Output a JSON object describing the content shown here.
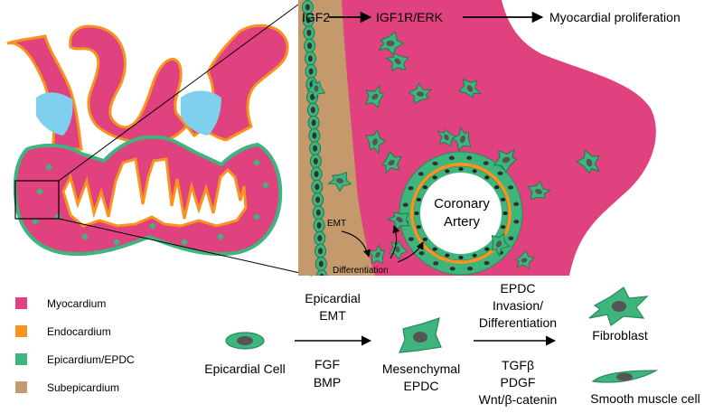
{
  "colors": {
    "myocardium": "#e0417f",
    "endocardium": "#f7931e",
    "epicardium": "#3db57c",
    "subepicardium": "#c49a6c",
    "lumen": "#7fd0ef",
    "nucleus": "#555555"
  },
  "pathway": {
    "ligand": "IGF2",
    "receptor": "IGF1R/ERK",
    "outcome": "Myocardial proliferation"
  },
  "inset": {
    "vessel_line1": "Coronary",
    "vessel_line2": "Artery",
    "emt": "EMT",
    "differentiation": "Differentiation"
  },
  "legend": [
    {
      "label": "Myocardium",
      "color": "#e0417f"
    },
    {
      "label": "Endocardium",
      "color": "#f7931e"
    },
    {
      "label": "Epicardium/EPDC",
      "color": "#3db57c"
    },
    {
      "label": "Subepicardium",
      "color": "#c49a6c"
    }
  ],
  "process": {
    "start_cell": "Epicardial Cell",
    "step1_top_line1": "Epicardial",
    "step1_top_line2": "EMT",
    "step1_bottom_line1": "FGF",
    "step1_bottom_line2": "BMP",
    "middle_cell_line1": "Mesenchymal",
    "middle_cell_line2": "EPDC",
    "step2_top_line1": "EPDC",
    "step2_top_line2": "Invasion/",
    "step2_top_line3": "Differentiation",
    "step2_bottom_line1": "TGFβ",
    "step2_bottom_line2": "PDGF",
    "step2_bottom_line3": "Wnt/β-catenin",
    "end_cell1": "Fibroblast",
    "end_cell2": "Smooth muscle cell"
  }
}
